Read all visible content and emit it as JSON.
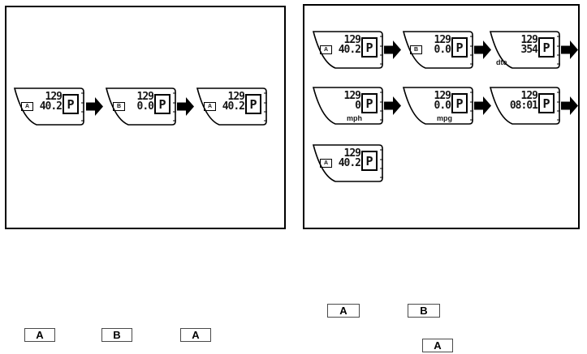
{
  "colors": {
    "ink": "#000000",
    "paper": "#ffffff"
  },
  "panels": {
    "left": {
      "displays": [
        {
          "indicator": "A",
          "odometer": "129",
          "value": "40.2",
          "gear": "P"
        },
        {
          "indicator": "B",
          "odometer": "129",
          "value": "0.0",
          "gear": "P"
        },
        {
          "indicator": "A",
          "odometer": "129",
          "value": "40.2",
          "gear": "P"
        }
      ]
    },
    "right": {
      "row1": [
        {
          "indicator": "A",
          "odometer": "129",
          "value": "40.2",
          "gear": "P"
        },
        {
          "indicator": "B",
          "odometer": "129",
          "value": "0.0",
          "gear": "P"
        },
        {
          "odometer": "129",
          "value": "354",
          "unit": "dte",
          "gear": "P"
        }
      ],
      "row2": [
        {
          "odometer": "129",
          "value": "0",
          "unit": "mph",
          "gear": "P"
        },
        {
          "odometer": "129",
          "value": "0.0",
          "unit": "mpg",
          "gear": "P"
        },
        {
          "odometer": "129",
          "value": "08:01",
          "gear": "P"
        }
      ],
      "row3": [
        {
          "indicator": "A",
          "odometer": "129",
          "value": "40.2",
          "gear": "P"
        }
      ]
    }
  },
  "buttons": {
    "left": [
      "A",
      "B",
      "A"
    ],
    "right": [
      "A",
      "B",
      "A"
    ]
  }
}
